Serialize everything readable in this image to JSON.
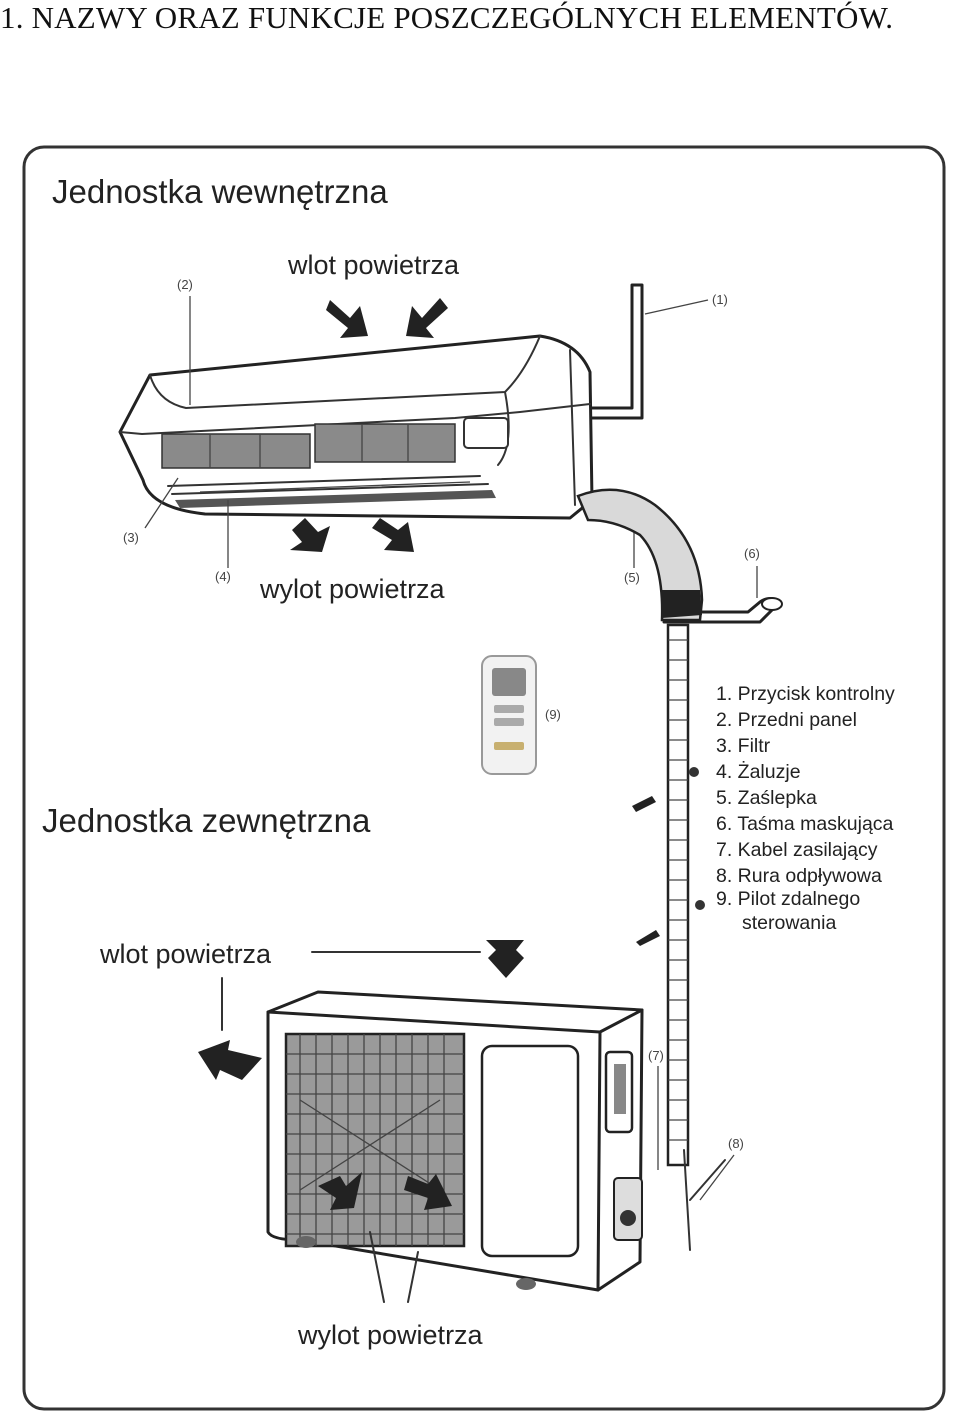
{
  "heading": "1.  NAZWY ORAZ FUNKCJE POSZCZEGÓLNYCH ELEMENTÓW.",
  "indoor": {
    "title": "Jednostka wewnętrzna",
    "air_inlet": "wlot powietrza",
    "air_outlet": "wylot powietrza"
  },
  "outdoor": {
    "title": "Jednostka zewnętrzna",
    "air_inlet": "wlot powietrza",
    "air_outlet": "wylot powietrza"
  },
  "callouts": [
    "(1)",
    "(2)",
    "(3)",
    "(4)",
    "(5)",
    "(6)",
    "(7)",
    "(8)",
    "(9)"
  ],
  "legend": [
    "1. Przycisk kontrolny",
    "2. Przedni panel",
    "3. Filtr",
    "4. Żaluzje",
    "5. Zaślepka",
    "6. Taśma maskująca",
    "7. Kabel zasilający",
    "8. Rura odpływowa",
    "9. Pilot zdalnego",
    "sterowania"
  ]
}
